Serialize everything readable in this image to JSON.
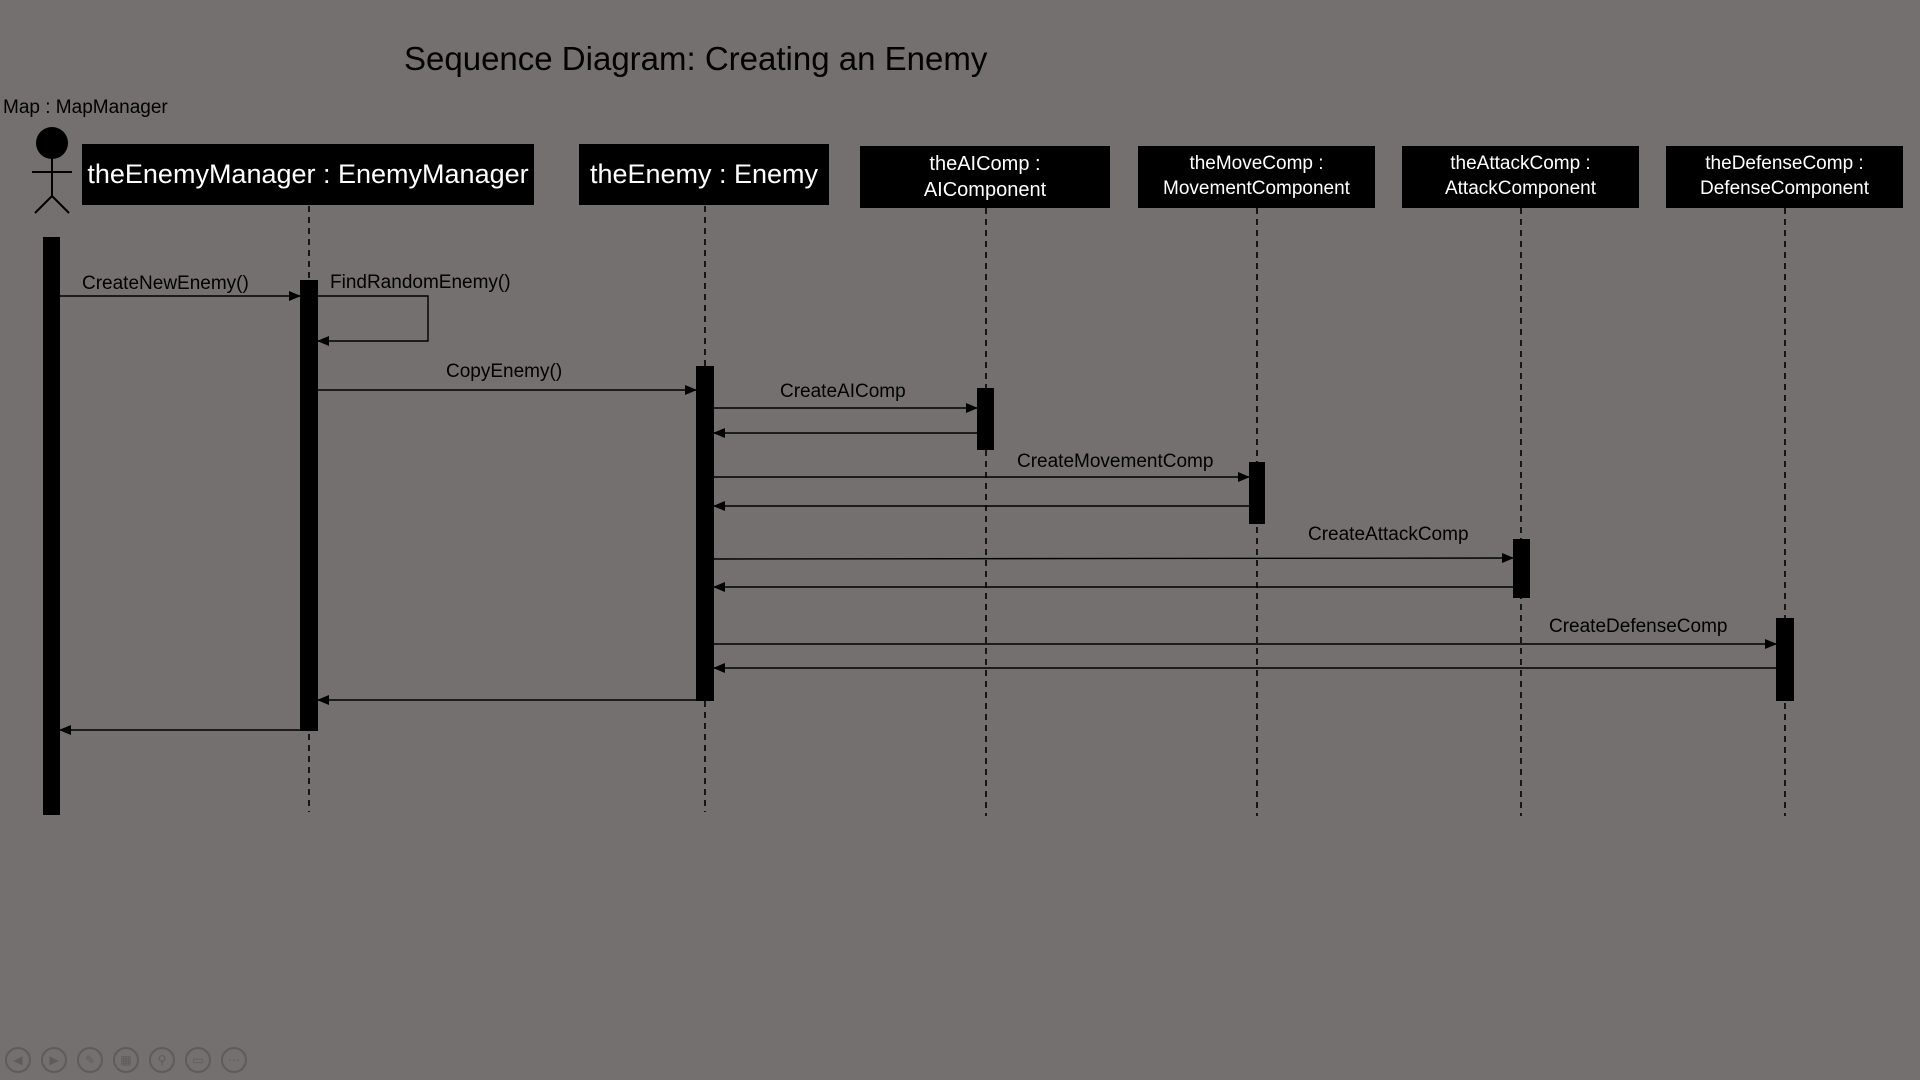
{
  "title": "Sequence Diagram: Creating an Enemy",
  "actor": {
    "label": "Map : MapManager"
  },
  "objects": [
    {
      "id": "enemy-manager",
      "lines": [
        "theEnemyManager : EnemyManager"
      ]
    },
    {
      "id": "enemy",
      "lines": [
        "theEnemy : Enemy"
      ]
    },
    {
      "id": "ai-comp",
      "lines": [
        "theAIComp :",
        "AIComponent"
      ]
    },
    {
      "id": "move-comp",
      "lines": [
        "theMoveComp :",
        "MovementComponent"
      ]
    },
    {
      "id": "attack-comp",
      "lines": [
        "theAttackComp :",
        "AttackComponent"
      ]
    },
    {
      "id": "defense-comp",
      "lines": [
        "theDefenseComp :",
        "DefenseComponent"
      ]
    }
  ],
  "messages": [
    {
      "from": "actor",
      "to": "enemy-manager",
      "label": "CreateNewEnemy()",
      "kind": "call"
    },
    {
      "from": "enemy-manager",
      "to": "enemy-manager",
      "label": "FindRandomEnemy()",
      "kind": "self"
    },
    {
      "from": "enemy-manager",
      "to": "enemy",
      "label": "CopyEnemy()",
      "kind": "call"
    },
    {
      "from": "enemy",
      "to": "ai-comp",
      "label": "CreateAIComp",
      "kind": "call"
    },
    {
      "from": "ai-comp",
      "to": "enemy",
      "label": "",
      "kind": "return"
    },
    {
      "from": "enemy",
      "to": "move-comp",
      "label": "CreateMovementComp",
      "kind": "call"
    },
    {
      "from": "move-comp",
      "to": "enemy",
      "label": "",
      "kind": "return"
    },
    {
      "from": "enemy",
      "to": "attack-comp",
      "label": "CreateAttackComp",
      "kind": "call"
    },
    {
      "from": "attack-comp",
      "to": "enemy",
      "label": "",
      "kind": "return"
    },
    {
      "from": "enemy",
      "to": "defense-comp",
      "label": "CreateDefenseComp",
      "kind": "call"
    },
    {
      "from": "defense-comp",
      "to": "enemy",
      "label": "",
      "kind": "return"
    },
    {
      "from": "enemy",
      "to": "enemy-manager",
      "label": "",
      "kind": "return"
    },
    {
      "from": "enemy-manager",
      "to": "actor",
      "label": "",
      "kind": "return"
    }
  ],
  "toolbar": [
    {
      "name": "previous-slide-button",
      "icon": "arrow-left-icon",
      "glyph": "◀"
    },
    {
      "name": "next-slide-button",
      "icon": "arrow-right-icon",
      "glyph": "▶"
    },
    {
      "name": "pen-tool-button",
      "icon": "pen-icon",
      "glyph": "✎"
    },
    {
      "name": "see-all-slides-button",
      "icon": "slides-grid-icon",
      "glyph": "▦"
    },
    {
      "name": "zoom-button",
      "icon": "magnifier-icon",
      "glyph": "⚲"
    },
    {
      "name": "subtitles-button",
      "icon": "subtitles-icon",
      "glyph": "▭"
    },
    {
      "name": "more-options-button",
      "icon": "ellipsis-icon",
      "glyph": "⋯"
    }
  ]
}
